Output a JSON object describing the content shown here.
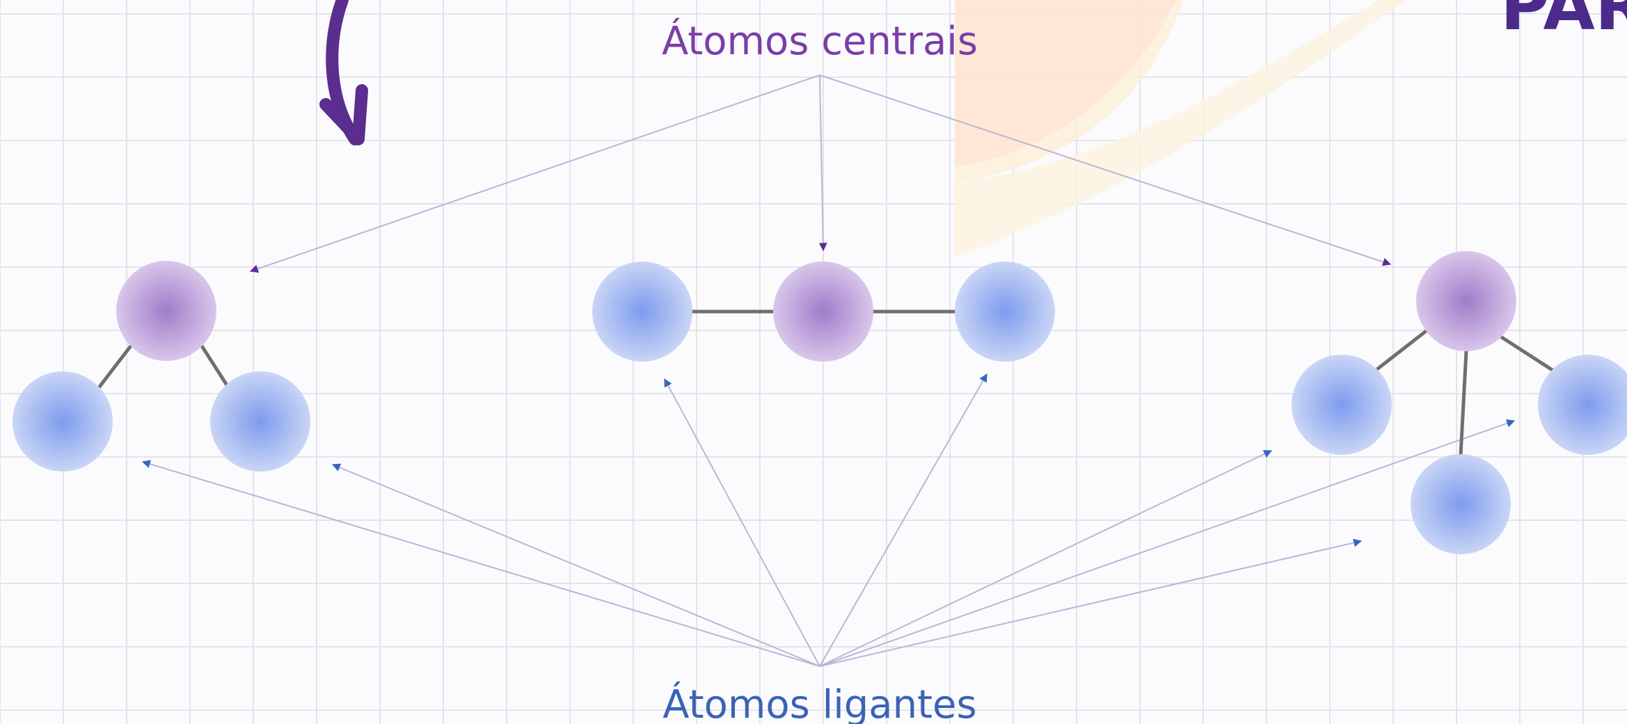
{
  "labels": {
    "central": "Átomos centrais",
    "ligand": "Átomos ligantes",
    "corner_title": "PAR"
  },
  "colors": {
    "central_atom": "#b08fd0",
    "ligand_atom": "#8aa6ee",
    "central_label": "#7a3fa6",
    "ligand_label": "#3b63b4",
    "bond": "#6f6f6f",
    "grid": "#e3e3ea",
    "accent_arrow": "#5b2d8e"
  },
  "molecules": [
    {
      "name": "bent",
      "central_atoms": 1,
      "ligand_atoms": 2
    },
    {
      "name": "linear",
      "central_atoms": 1,
      "ligand_atoms": 2
    },
    {
      "name": "trigonal-pyramidal",
      "central_atoms": 1,
      "ligand_atoms": 3
    }
  ]
}
